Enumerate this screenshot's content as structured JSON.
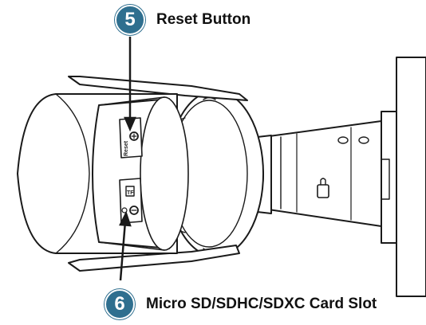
{
  "callouts": [
    {
      "number": "5",
      "label": "Reset Button"
    },
    {
      "number": "6",
      "label": "Micro SD/SDHC/SDXC Card Slot"
    }
  ],
  "device_markings": {
    "reset": "Reset",
    "tf": "TF"
  },
  "colors": {
    "badge": "#2f6f8f",
    "line": "#1a1a1a"
  }
}
